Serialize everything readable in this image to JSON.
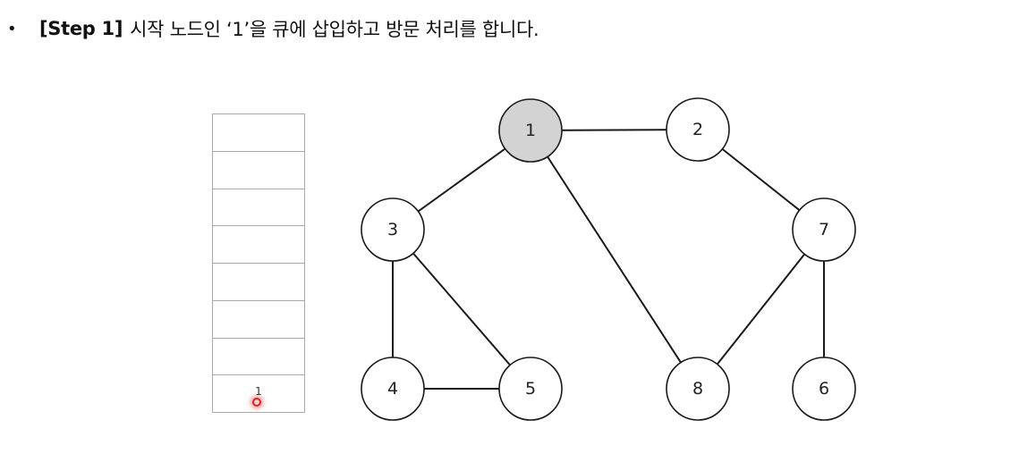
{
  "heading": {
    "bullet": "•",
    "step": "[Step 1]",
    "text": "시작 노드인 ‘1’을 큐에 삽입하고 방문 처리를 합니다."
  },
  "queue": {
    "cells": [
      "",
      "",
      "",
      "",
      "",
      "",
      "",
      "1"
    ]
  },
  "graph": {
    "nodes": [
      {
        "id": "1",
        "label": "1",
        "visited": true
      },
      {
        "id": "2",
        "label": "2",
        "visited": false
      },
      {
        "id": "3",
        "label": "3",
        "visited": false
      },
      {
        "id": "7",
        "label": "7",
        "visited": false
      },
      {
        "id": "4",
        "label": "4",
        "visited": false
      },
      {
        "id": "5",
        "label": "5",
        "visited": false
      },
      {
        "id": "8",
        "label": "8",
        "visited": false
      },
      {
        "id": "6",
        "label": "6",
        "visited": false
      }
    ],
    "edges": [
      [
        "1",
        "2"
      ],
      [
        "1",
        "3"
      ],
      [
        "1",
        "8"
      ],
      [
        "2",
        "7"
      ],
      [
        "3",
        "4"
      ],
      [
        "3",
        "5"
      ],
      [
        "4",
        "5"
      ],
      [
        "7",
        "8"
      ],
      [
        "7",
        "6"
      ]
    ],
    "colors": {
      "visited_fill": "#d3d3d3",
      "default_fill": "#ffffff",
      "stroke": "#1a1a1a"
    }
  }
}
